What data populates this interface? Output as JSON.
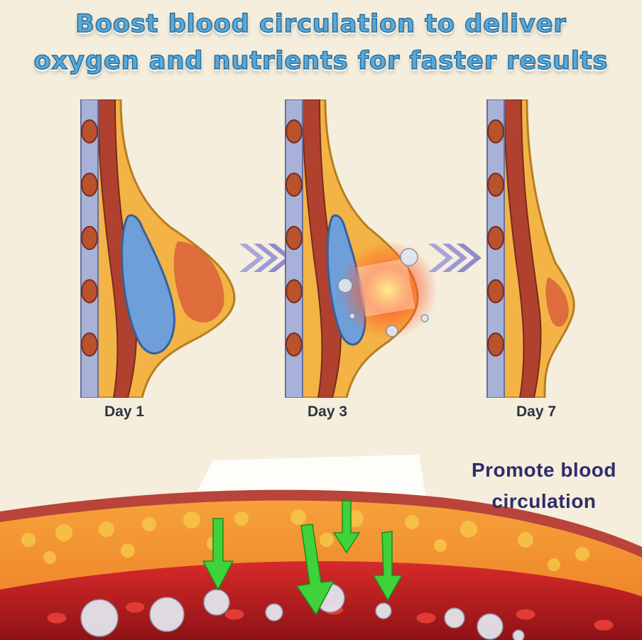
{
  "headline": {
    "line1": "Boost blood circulation to deliver",
    "line2": "oxygen and nutrients for faster results"
  },
  "stages": [
    {
      "label": "Day 1"
    },
    {
      "label": "Day 3"
    },
    {
      "label": "Day 7"
    }
  ],
  "caption": {
    "line1": "Promote blood",
    "line2": "circulation"
  },
  "icons": [
    "chevron-arrow-icon",
    "green-arrow-icon",
    "bubble-icon",
    "patch-icon"
  ],
  "colors": {
    "background": "#f5eedc",
    "headline": "#5aa9d8",
    "caption": "#2d2c6e",
    "fat": "#f3b445",
    "muscle": "#b0412f",
    "implant": "#6e9fd8",
    "blood": "#c71f22",
    "arrow": "#3fd23a"
  }
}
